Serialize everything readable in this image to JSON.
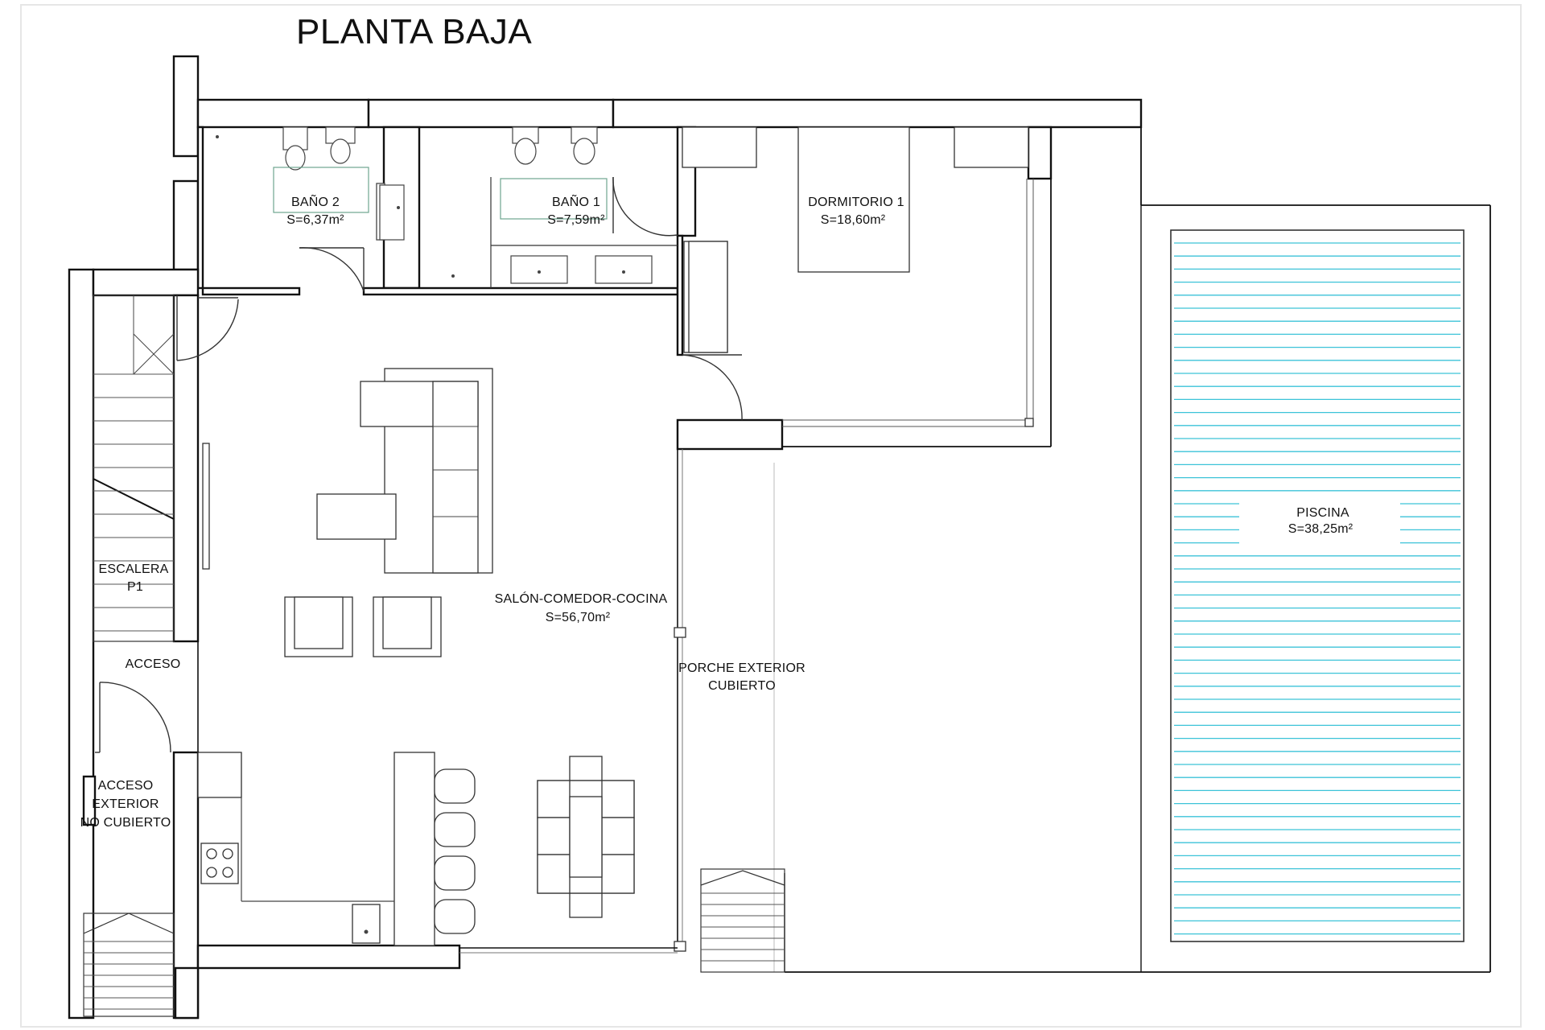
{
  "title": "PLANTA BAJA",
  "rooms": {
    "bano2": {
      "name": "BAÑO 2",
      "area": "S=6,37m²"
    },
    "bano1": {
      "name": "BAÑO 1",
      "area": "S=7,59m²"
    },
    "dormitorio1": {
      "name": "DORMITORIO 1",
      "area": "S=18,60m²"
    },
    "piscina": {
      "name": "PISCINA",
      "area": "S=38,25m²"
    },
    "escalera": {
      "line1": "ESCALERA",
      "line2": "P1"
    },
    "salon": {
      "name": "SALÓN-COMEDOR-COCINA",
      "area": "S=56,70m²"
    },
    "porche": {
      "line1": "PORCHE EXTERIOR",
      "line2": "CUBIERTO"
    },
    "acceso": {
      "name": "ACCESO"
    },
    "acceso_exterior": {
      "line1": "ACCESO",
      "line2": "EXTERIOR",
      "line3": "NO CUBIERTO"
    }
  },
  "colors": {
    "wall": "#111111",
    "pool_lines": "#3cc3d8",
    "fixture_green": "#6ea58f"
  }
}
